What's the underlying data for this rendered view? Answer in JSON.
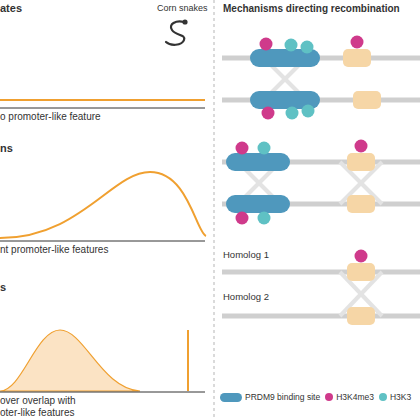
{
  "diagram": {
    "labels": [
      "ates",
      "Corn snakes",
      "o promoter-like feature",
      "ns",
      "nt promoter-like features",
      "s",
      "over overlap with",
      "oter-like features",
      "Mechanisms directing recombination",
      "Homolog 1",
      "Homolog 2"
    ],
    "legend": [
      {
        "text": "PRDM9 binding site",
        "color": "#4f98bd"
      },
      {
        "text": "H3K4me3",
        "color": "#cf3a8b"
      },
      {
        "text": "H3K3",
        "color": "#5fc1c4"
      }
    ]
  }
}
